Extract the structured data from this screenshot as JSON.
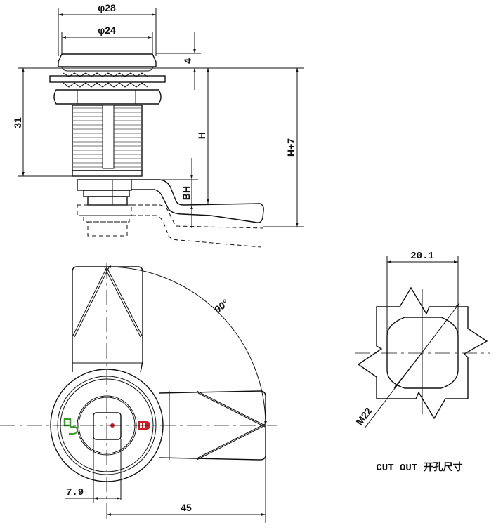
{
  "side_view": {
    "dim_outer_diameter": "φ28",
    "dim_inner_diameter": "φ24",
    "dim_cap_height": "4",
    "dim_body_length": "31",
    "dim_h": "H",
    "dim_h_plus": "H+7",
    "dim_bh": "BH"
  },
  "front_view": {
    "dim_rotation": "90°",
    "dim_square": "7.9",
    "dim_lever_length": "45",
    "colors": {
      "unlock_icon": "#3a9a2a",
      "lock_icon": "#c8202a",
      "center_dot": "#c8202a"
    }
  },
  "cutout": {
    "dim_width": "20.1",
    "dim_thread": "M22",
    "caption": "CUT OUT 开孔尺寸"
  }
}
